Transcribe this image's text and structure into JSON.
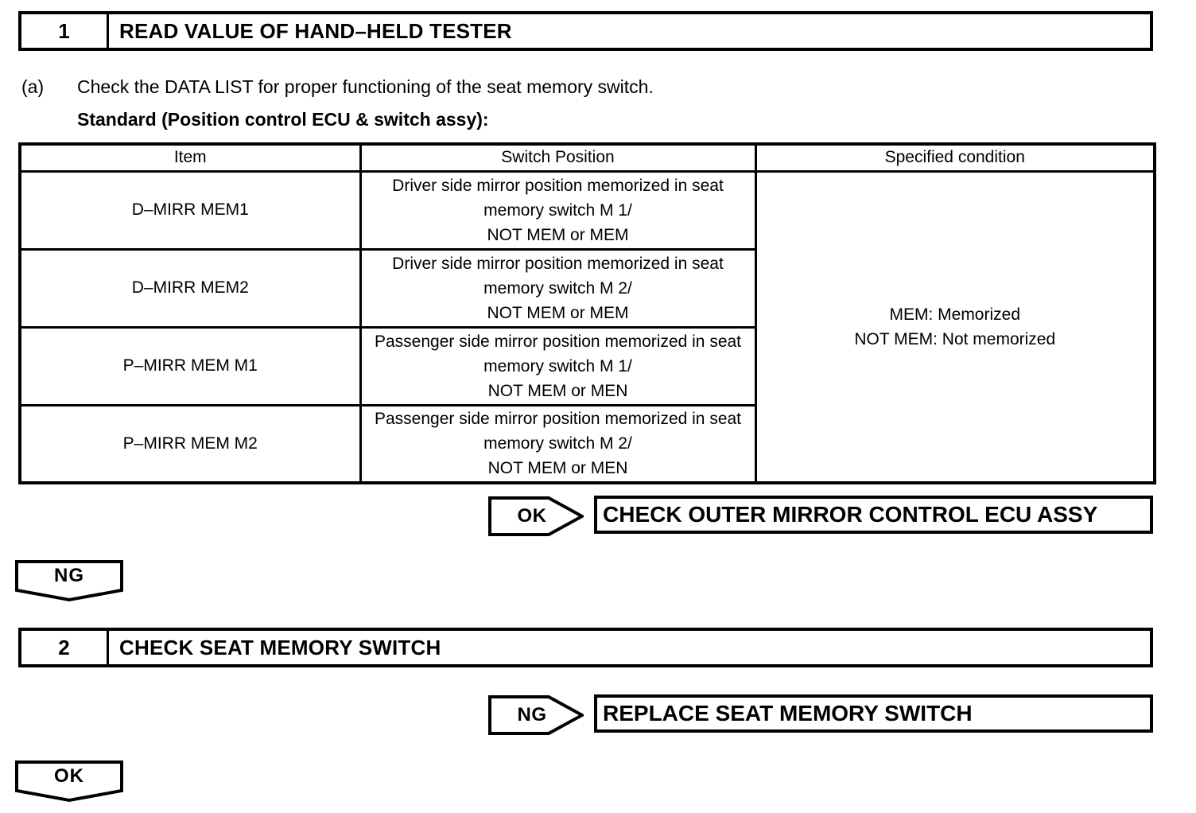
{
  "steps": [
    {
      "number": "1",
      "title": "READ VALUE OF HAND–HELD TESTER"
    },
    {
      "number": "2",
      "title": "CHECK SEAT MEMORY SWITCH"
    }
  ],
  "instruction": {
    "label": "(a)",
    "text": "Check the DATA LIST for proper functioning of the seat memory switch.",
    "standard_label": "Standard (Position control ECU & switch assy):"
  },
  "table": {
    "headers": [
      "Item",
      "Switch Position",
      "Specified condition"
    ],
    "rows": [
      {
        "item": "D–MIRR MEM1",
        "switch_position": [
          "Driver side mirror position memorized in seat",
          "memory switch M 1/",
          "NOT MEM or MEM"
        ]
      },
      {
        "item": "D–MIRR MEM2",
        "switch_position": [
          "Driver side mirror position memorized in seat",
          "memory switch M 2/",
          "NOT MEM or MEM"
        ]
      },
      {
        "item": "P–MIRR MEM M1",
        "switch_position": [
          "Passenger side mirror position memorized in seat",
          "memory switch M 1/",
          "NOT MEM or MEN"
        ]
      },
      {
        "item": "P–MIRR MEM M2",
        "switch_position": [
          "Passenger side mirror position memorized in seat",
          "memory switch M 2/",
          "NOT MEM or MEN"
        ]
      }
    ],
    "specified_condition": [
      "MEM: Memorized",
      "NOT MEM: Not memorized"
    ]
  },
  "decisions": [
    {
      "verdict": "OK",
      "action": "CHECK OUTER MIRROR CONTROL ECU ASSY"
    },
    {
      "verdict": "NG",
      "action": "REPLACE SEAT MEMORY SWITCH"
    }
  ],
  "connectors": [
    {
      "label": "NG"
    },
    {
      "label": "OK"
    }
  ],
  "colors": {
    "ink": "#000000",
    "paper": "#ffffff"
  }
}
